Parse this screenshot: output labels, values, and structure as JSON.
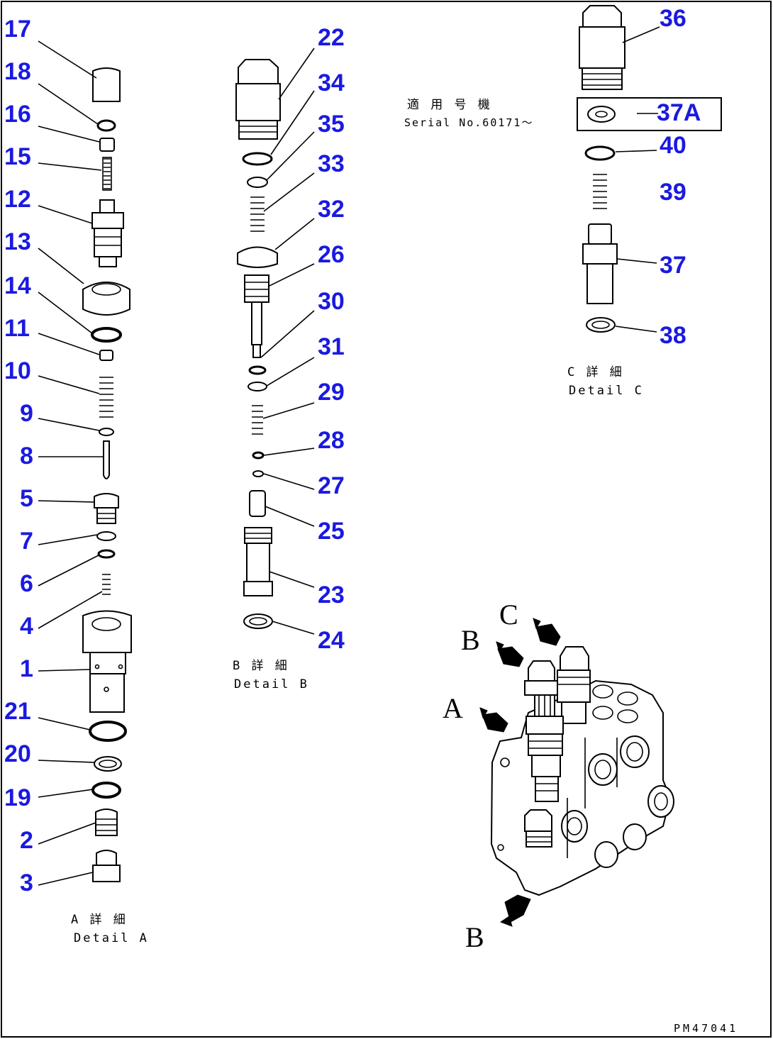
{
  "detail_a": {
    "labels": [
      "17",
      "18",
      "16",
      "15",
      "12",
      "13",
      "14",
      "11",
      "10",
      "9",
      "8",
      "5",
      "7",
      "6",
      "4",
      "1",
      "21",
      "20",
      "19",
      "2",
      "3"
    ],
    "caption_ja": "A 詳 細",
    "caption_en": "Detail A"
  },
  "detail_b": {
    "labels": [
      "22",
      "34",
      "35",
      "33",
      "32",
      "26",
      "30",
      "31",
      "29",
      "28",
      "27",
      "25",
      "23",
      "24"
    ],
    "caption_ja": "B 詳 細",
    "caption_en": "Detail B"
  },
  "detail_c": {
    "labels": [
      "36",
      "37A",
      "40",
      "39",
      "37",
      "38"
    ],
    "serial_ja": "適 用 号 機",
    "serial_en": "Serial No.60171～",
    "caption_ja": "C 詳 細",
    "caption_en": "Detail C"
  },
  "assembly": {
    "view_letters": [
      "C",
      "B",
      "A",
      "B"
    ]
  },
  "drawing_code": "PM47041"
}
